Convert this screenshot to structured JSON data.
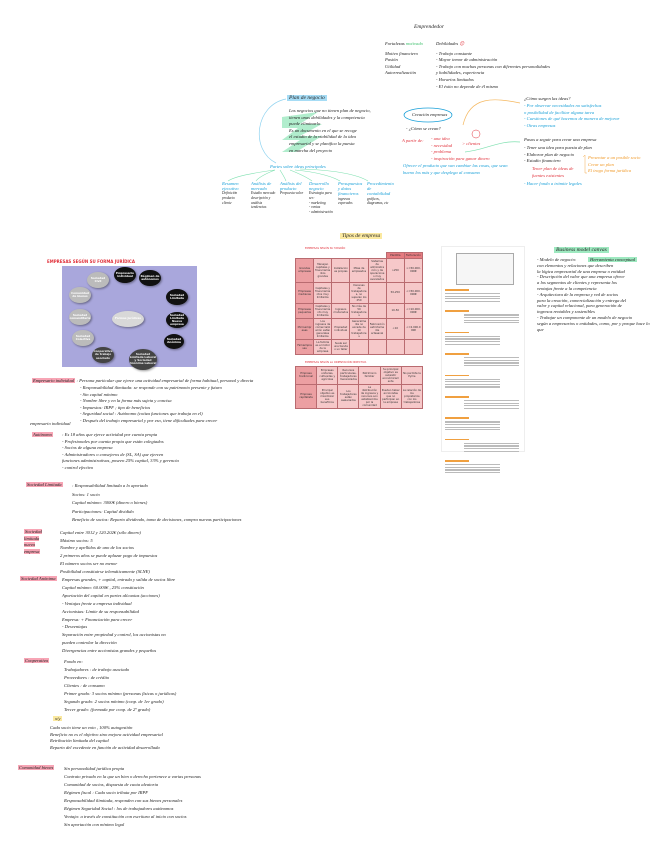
{
  "emprendedor": {
    "title": "Emprendedor",
    "fortalezas_label": "Fortalezas",
    "fortalezas_tag": "motivado",
    "fortalezas": [
      "Motivo financiero",
      "Pasión",
      "Utilidad",
      "Autorrealización"
    ],
    "debilidades_label": "Debilidades",
    "debilidades": [
      "- Trabajo constante",
      "- Mayor temor de administración",
      "- Trabajo con muchas personas con diferentes personalidades",
      "  y habilidades, experiencia",
      "- Horarios limitados",
      "- El éxito no depende de él mismo"
    ]
  },
  "plan_negocio": {
    "title": "Plan de negocio",
    "lines": [
      "Los negocios que no tienen plan de negocio,",
      "tienen unas debilidades y la competencia",
      "puede eliminarlo",
      "Es un documento en el que se recoge",
      "el estudio de la viabilidad de la idea",
      "empresarial y se planifica la puesta",
      "en marcha del proyecto"
    ],
    "partes_label": "Partes sobre ideas principales",
    "partes": [
      {
        "title": "Resumen ejecutivo",
        "lines": [
          "Definición producto",
          "cliente"
        ]
      },
      {
        "title": "Análisis de mercado",
        "lines": [
          "Estudio mercado",
          "descripción y análisis",
          "tendencias"
        ]
      },
      {
        "title": "Análisis del producto",
        "lines": [
          "Propuesta valor"
        ]
      },
      {
        "title": "Desarrollo negocio",
        "lines": [
          "Estrategia para ser:",
          "- marketing",
          "- ventas",
          "- administración"
        ]
      },
      {
        "title": "Presupuestos y datos financieros",
        "lines": [
          "ingresos esperados"
        ]
      },
      {
        "title": "Procedimiento de contabilidad",
        "lines": [
          "gráficos, diagramas, etc"
        ]
      }
    ]
  },
  "creacion": {
    "title": "Creación empresas",
    "question": "- ¿Cómo se crean?",
    "a_partir": "A partir de:",
    "items": [
      "- una idea",
      "- necesidad",
      "- problema",
      "- inspiración para ganar dinero"
    ],
    "clientes": "> clientes",
    "ofrecer": [
      "Ofrecer el producto que van cambiar las cosas, que sean",
      "bueno los más y que desplega al consumo"
    ],
    "ideas_q": "¿Cómo surgen las ideas?",
    "ideas": [
      "- Por observar necesidades no satisfechas",
      "  o posibilidad de facilitar alguna tarea",
      "- Cuestiones de qué hacemos de manera de mejorar",
      "- Otras empresas"
    ],
    "pasos_label": "Pasos a seguir para crear una empresa",
    "pasos": [
      "- Tener una idea para puesta de plan",
      "- Elaborar plan de negocio",
      "- Estudio financiero"
    ],
    "pasos_note": [
      "Tener plan de ideas de",
      "fuentes existentes"
    ],
    "pasos_side": [
      "Presentar a un posible socio",
      "Crear un plan",
      "El trago forma jurídica"
    ],
    "pasos_last": "- Hacer fondo a trámite legales"
  },
  "forma_juridica": {
    "title": "EMPRESAS SEGÚN SU FORMA JURÍDICA",
    "center": "Formas Jurídicas",
    "nodes": [
      "Sociedad Civil",
      "Empresario Individual",
      "Régimen de autónomos",
      "Sociedad Limitada",
      "Sociedad Limitada Nueva empresa",
      "Sociedad Anónima",
      "Sociedad Limitada Laboral y Sociedad Anónima Laboral",
      "Cooperativa de trabajo asociado",
      "Sociedad Colectiva",
      "Sociedad comanditaria",
      "Comunidad de bienes"
    ]
  },
  "tipos": {
    "title": "Tipos de empresa",
    "t1_caption": "EMPRESAS SEGÚN SU TAMAÑO",
    "t1_header": [
      "Plantilla",
      "Facturación"
    ],
    "t1_rows": [
      [
        "Grandes empresas",
        "Manejan capitales y financiamientos grandes",
        "Instalaciones propias",
        "Miles de empleados",
        "Sistemas de administración y de operaciones muy avanzados",
        ">250",
        ">=50.000.000€"
      ],
      [
        "Empresas medianas",
        "Capitales y financiamientos muy limitados",
        "",
        "Decenas de trabajadores, no superan los 250",
        "",
        "50-250",
        "<=50.000.000€"
      ],
      [
        "Empresas pequeñas",
        "Capitales y financiamiento muy limitados",
        "Ingresos moderados",
        "No más de 50 trabajadores",
        "",
        "10-50",
        "<=10.000.000€"
      ],
      [
        "Microempresas",
        "Los ingresos de comercialización están generales limitados",
        "Propiedad individual",
        "Generalmente no excede de 10 trabajadores",
        "Fabricación estrictamente artesanal",
        "<10",
        "<=2.000.000€"
      ],
      [
        "Famiempresas",
        "La familia es el motor de la empresa",
        "Suele ser una tienda o un taller",
        "",
        "",
        "",
        ""
      ]
    ],
    "t2_caption": "EMPRESAS SEGÚN LA ORIENTACIÓN DIRECTIVA",
    "t2_rows": [
      [
        "Empresa tradicional",
        "Empresas unitarias, cultivadas y agrícolas",
        "Recursos particulares, trabajadores mecanizados",
        "Patrimonio familiar",
        "Su principal objetivo es subsistir económicamente",
        "No permite la Pyme"
      ],
      [
        "Empresa capitalista",
        "Principal objetivo es maximizar sus beneficios",
        "Los trabajadores están asalariados",
        "La distribución de ingresos y recursos son establecidos por la comunidad",
        "Pueden haber accionistas que no participan en la empresa",
        "La relación de los propietarios con los trabajadores"
      ]
    ]
  },
  "bmc": {
    "title": "Business model canvas",
    "highlight": "Herramienta conceptual",
    "lines": [
      "- Modelo de negocio:",
      "  con elementos y relaciones que describen",
      "  la lógica empresarial de una empresa o entidad",
      "- Descripción del valor que una empresa ofrece",
      "  a los segmentos de clientes y representa los",
      "  ventajas frente a la competencia",
      "- Arquitectura de la empresa y red de socios",
      "  para la creación, comercialización y entrega del",
      "  valor y capital relacional, para generación de",
      "  ingresos rentables y sostenibles",
      "- Trabajar un componente de un modelo de negocio",
      "  según a empresarios o entidades, como, por y porque hace lo que"
    ]
  },
  "notes": {
    "empresario": {
      "label": "Empresario individual",
      "intro": ": Persona particular que ejerce una actividad empresarial de forma habitual, personal y directa",
      "lines": [
        "- Responsabilidad ilimitada: se responde con su patrimonio presente y futuro",
        "- Sin capital mínimo",
        "- Nombre libre y en la forma más sujeta y concisa",
        "- Impuestos: IRPF ; tipo de beneficios",
        "- Seguridad social : Autónomo (cotiza funciones que trabaja en el)",
        "- Después del trabajo empresarial y por eso, tiene dificultades para crecer"
      ],
      "side": "empresario individual"
    },
    "autonomo": {
      "label": "Autónomo",
      "lines": [
        ": Es 18 años que ejerce actividad por cuenta propia",
        "- Profesionales por cuenta propia que están colegiados",
        "- Socios de alguna empresa",
        "- Administradores o consejeros de (SL, SA) que ejercen",
        "  funciones administrativas, poseen 25% capital, 33% y gerencia",
        "- control efectivo"
      ]
    },
    "sl": {
      "label": "Sociedad Limitada",
      "lines": [
        ": Responsabilidad limitada a lo aportado",
        "Socios: 1 socio",
        "Capital mínimo: 3000€ (dinero o bienes)",
        "Participaciones: Capital dividido",
        "Beneficio de socios: Reparto dividendo, toma de decisiones, compra nuevas participaciones"
      ]
    },
    "slne": {
      "label": "Sociedad limitada nueva empresa",
      "lines": [
        "Capital entre 3012 y 120.202€ (sólo dinero)",
        "Máximo socios: 5",
        "Nombre y apellidos de uno de los socios",
        "2 primeros años se puede aplazar pago de impuestos",
        "El número socios ser no menor",
        "Posibilidad constituirse telemáticamente (SLNE)"
      ]
    },
    "sa": {
      "label": "Sociedad Anónima",
      "lines": [
        "Empresas grandes, + capital, entrada y salida de socios libre",
        "Capital mínimo: 60.000€ , 25% constitución",
        "Aportación del capital en partes alícuotas (acciones)",
        "- Ventajas frente a empresa individual",
        "    Accionistas: Límite de su responsabilidad",
        "    Empresa: + Financiación para crecer",
        "- Desventajas",
        "    Separación entre propiedad y control, los accionistas no",
        "    pueden controlar la dirección",
        "    Divergencias entre accionistas grandes y pequeños"
      ]
    },
    "coop": {
      "label": "Cooperativa",
      "lines": [
        "Fondo en:",
        "Trabajadores : de trabajo asociado",
        "Proveedores : de crédito",
        "Clientes : de consumo",
        "Primer grado: 3 socios mínimo (personas físicas o jurídicas)",
        "Segundo grado: 2 socios mínimo (coop. de 1er grado)",
        "Tercer grado: (formada por coop. de 2º grado)"
      ],
      "note": "x/y",
      "lines2": [
        "Cada socio tiene un voto , 100% autogestión",
        "Beneficio no es el objetivo sino mejora actividad empresarial",
        "Retribución limitada del capital",
        "Reparto del excedente en función de actividad desarrollada"
      ]
    },
    "cb": {
      "label": "Comunidad bienes",
      "lines": [
        "Sin personalidad jurídica propia",
        "Contrato privado en la que un bien o derecho pertenece a varias personas",
        "Comunidad de socios, dispuesta de cuota aleatoria",
        "Régimen fiscal : Cada socio tributa por IRPF",
        "Responsabilidad ilimitada, responden con sus bienes personales",
        "Régimen Seguridad Social : los de trabajadores autónomos",
        "Ventaja: a través de constitución con escritura al inicio con socios",
        "Sin aportación con mínimo legal"
      ]
    }
  },
  "colors": {
    "pink": "#f7a5b5",
    "blue": "#1aa0d8",
    "red": "#e0303a",
    "orange": "#f09a2a",
    "green": "#3bbf6a",
    "table": "#f6c8c9",
    "diagram_bg": "#a9a7dc"
  }
}
